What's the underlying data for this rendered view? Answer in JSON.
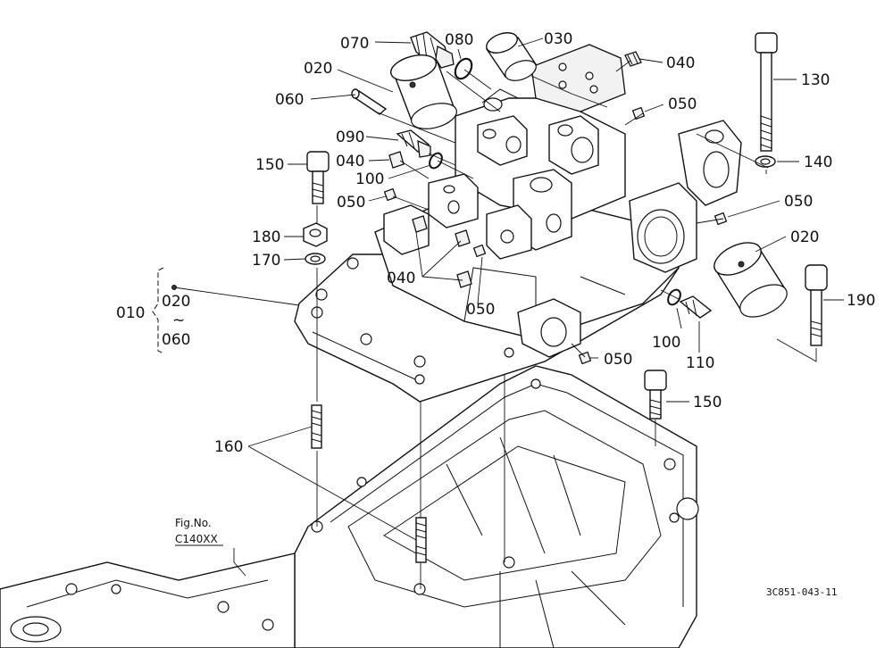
{
  "labels": {
    "p070": "070",
    "p080": "080",
    "p030": "030",
    "p040_top": "040",
    "p020_top": "020",
    "p060": "060",
    "p050_a": "050",
    "p130": "130",
    "p090": "090",
    "p040_b": "040",
    "p100_a": "100",
    "p150_a": "150",
    "p050_b": "050",
    "p140": "140",
    "p050_c": "050",
    "p180": "180",
    "p020_right": "020",
    "p170": "170",
    "p040_c": "040",
    "p050_d": "050",
    "p190": "190",
    "p100_b": "100",
    "p110": "110",
    "p050_e": "050",
    "p150_b": "150",
    "p160": "160"
  },
  "group_010": {
    "label": "010",
    "from": "020",
    "tilde": "~",
    "to": "060"
  },
  "figure_ref": {
    "caption": "Fig.No.",
    "number": "C140XX"
  },
  "drawing_code": "3C851-043-11",
  "colors": {
    "ink": "#111111",
    "paper": "#ffffff"
  }
}
